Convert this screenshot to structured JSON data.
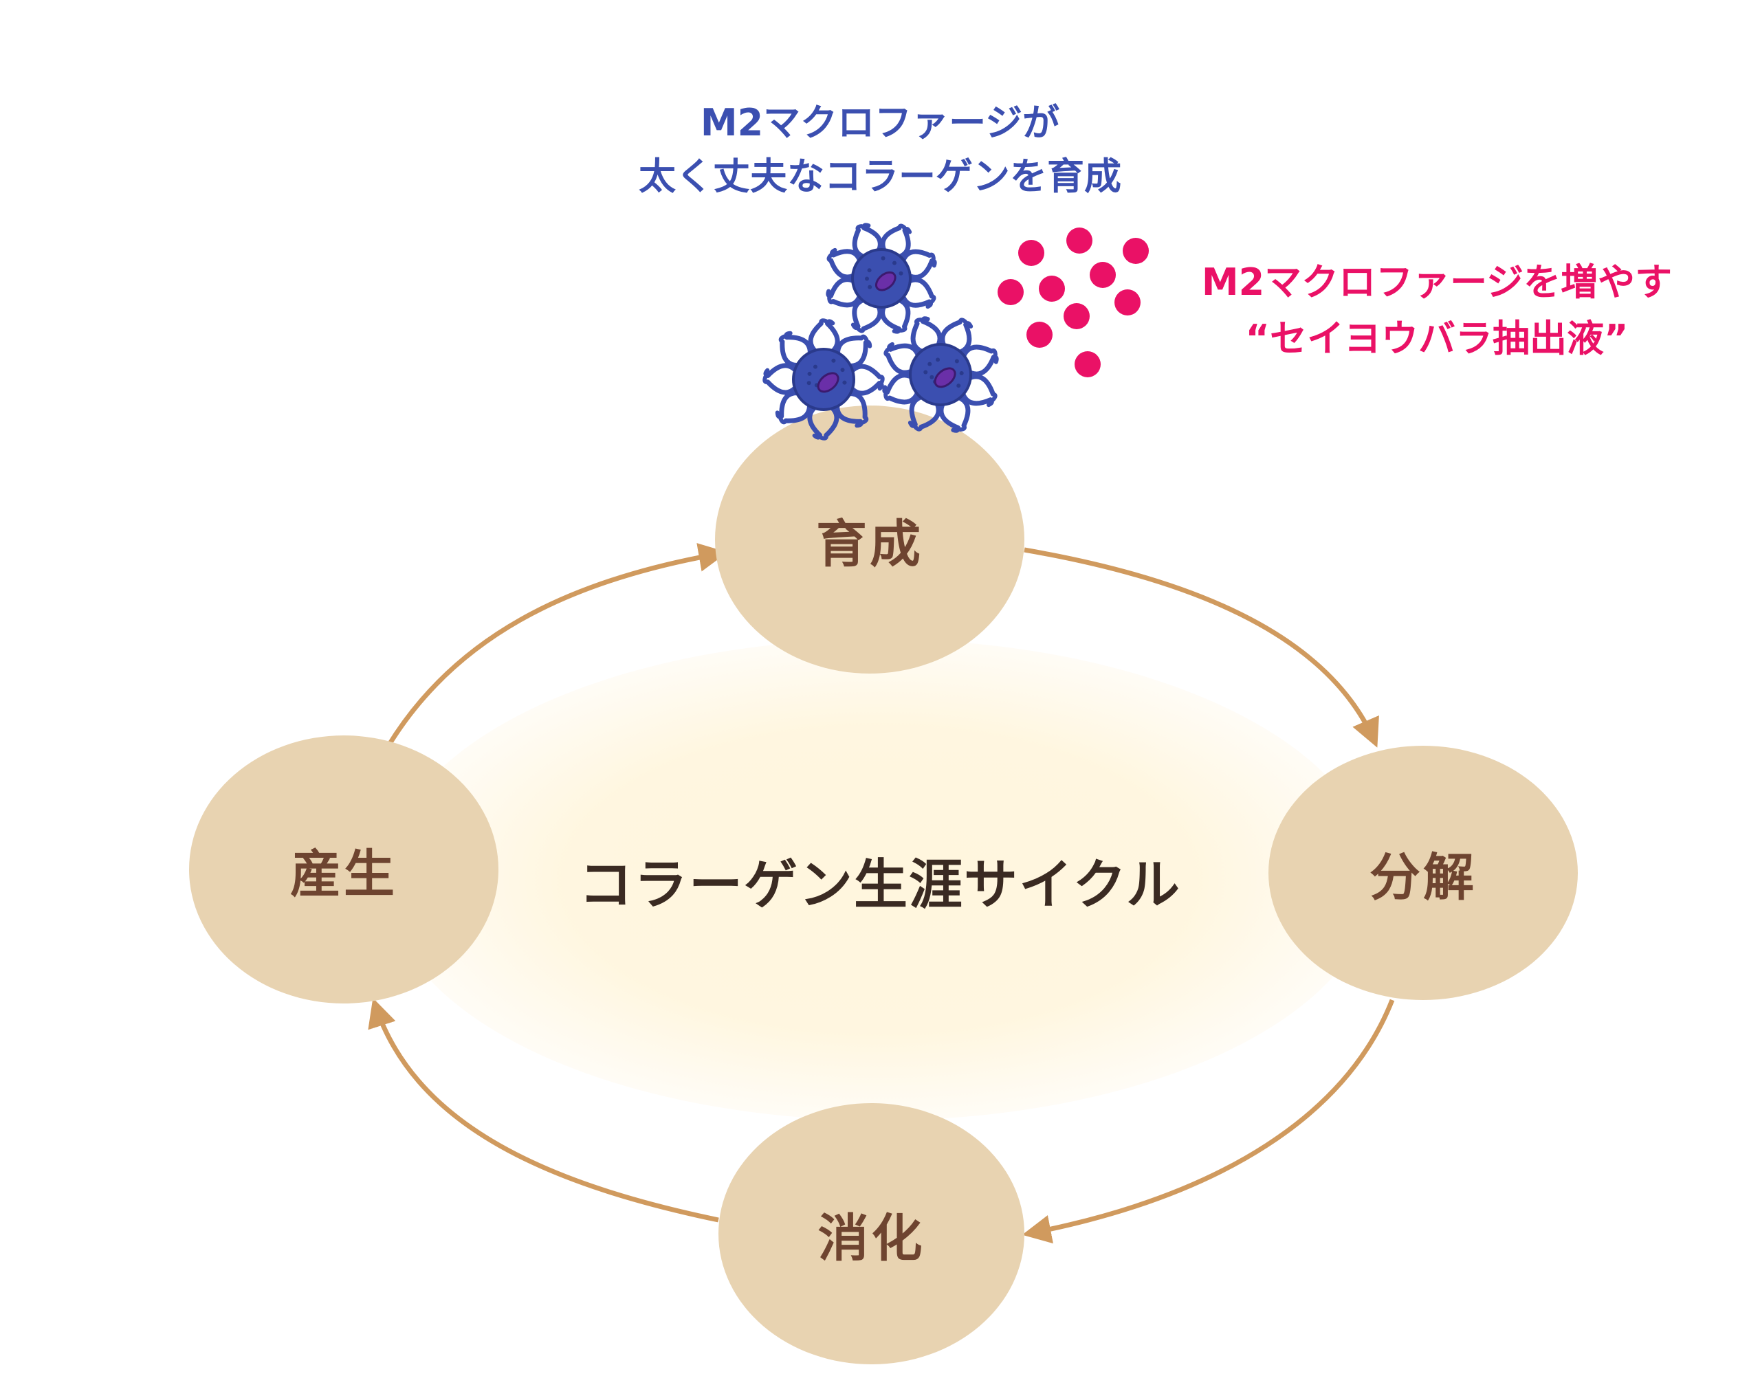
{
  "diagram": {
    "center_title": "コラーゲン生涯サイクル",
    "nodes": {
      "ikusei": "育成",
      "bunkai": "分解",
      "shoka": "消化",
      "sansei": "産生"
    },
    "macrophage_caption": {
      "line1": "M2マクロファージが",
      "line2": "太く丈夫なコラーゲンを育成"
    },
    "extract_caption": {
      "line1": "M2マクロファージを増やす",
      "line2": "“セイヨウバラ抽出液”"
    }
  },
  "colors": {
    "node_fill": "#e8d3b1",
    "node_text": "#6e4430",
    "arrow": "#d09a5e",
    "center_glow": "#fff6de",
    "macrophage_body": "#3b4fb0",
    "macrophage_nucleus": "#6a2fa8",
    "extract_dots": "#ea1166",
    "caption_blue": "#3b4fb0",
    "caption_pink": "#ea1166"
  },
  "icons": [
    "macrophage-icon",
    "extract-dot-icon",
    "cycle-arrow-icon"
  ]
}
